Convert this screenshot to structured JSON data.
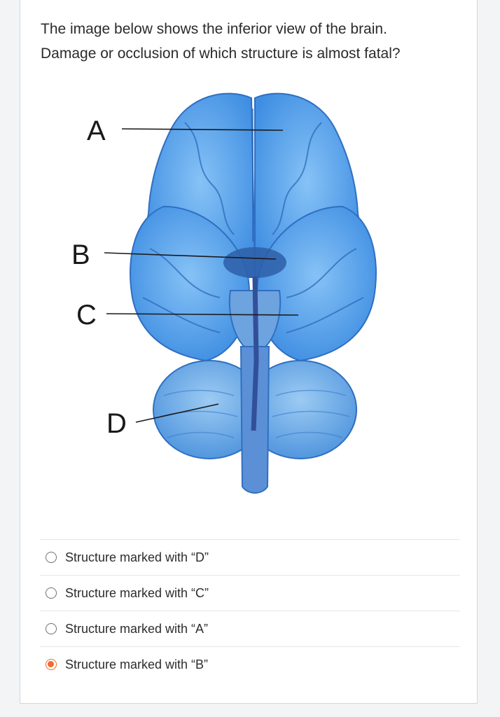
{
  "question": {
    "line1": "The image below shows the inferior view of the brain.",
    "line2": "Damage or occlusion of which structure is almost fatal?"
  },
  "figure": {
    "markers": [
      "A",
      "B",
      "C",
      "D"
    ],
    "colors": {
      "brain": "#5aa6ee",
      "brain_dark": "#3a78c8",
      "cerebellum": "#6fb1ef",
      "brainstem": "#4f83cf",
      "leader": "#1a1a1a"
    }
  },
  "options": [
    {
      "label": "Structure marked with “D”",
      "selected": false
    },
    {
      "label": "Structure marked with “C”",
      "selected": false
    },
    {
      "label": "Structure marked with “A”",
      "selected": false
    },
    {
      "label": "Structure marked with “B”",
      "selected": true
    }
  ],
  "accent_color": "#f06b2d"
}
